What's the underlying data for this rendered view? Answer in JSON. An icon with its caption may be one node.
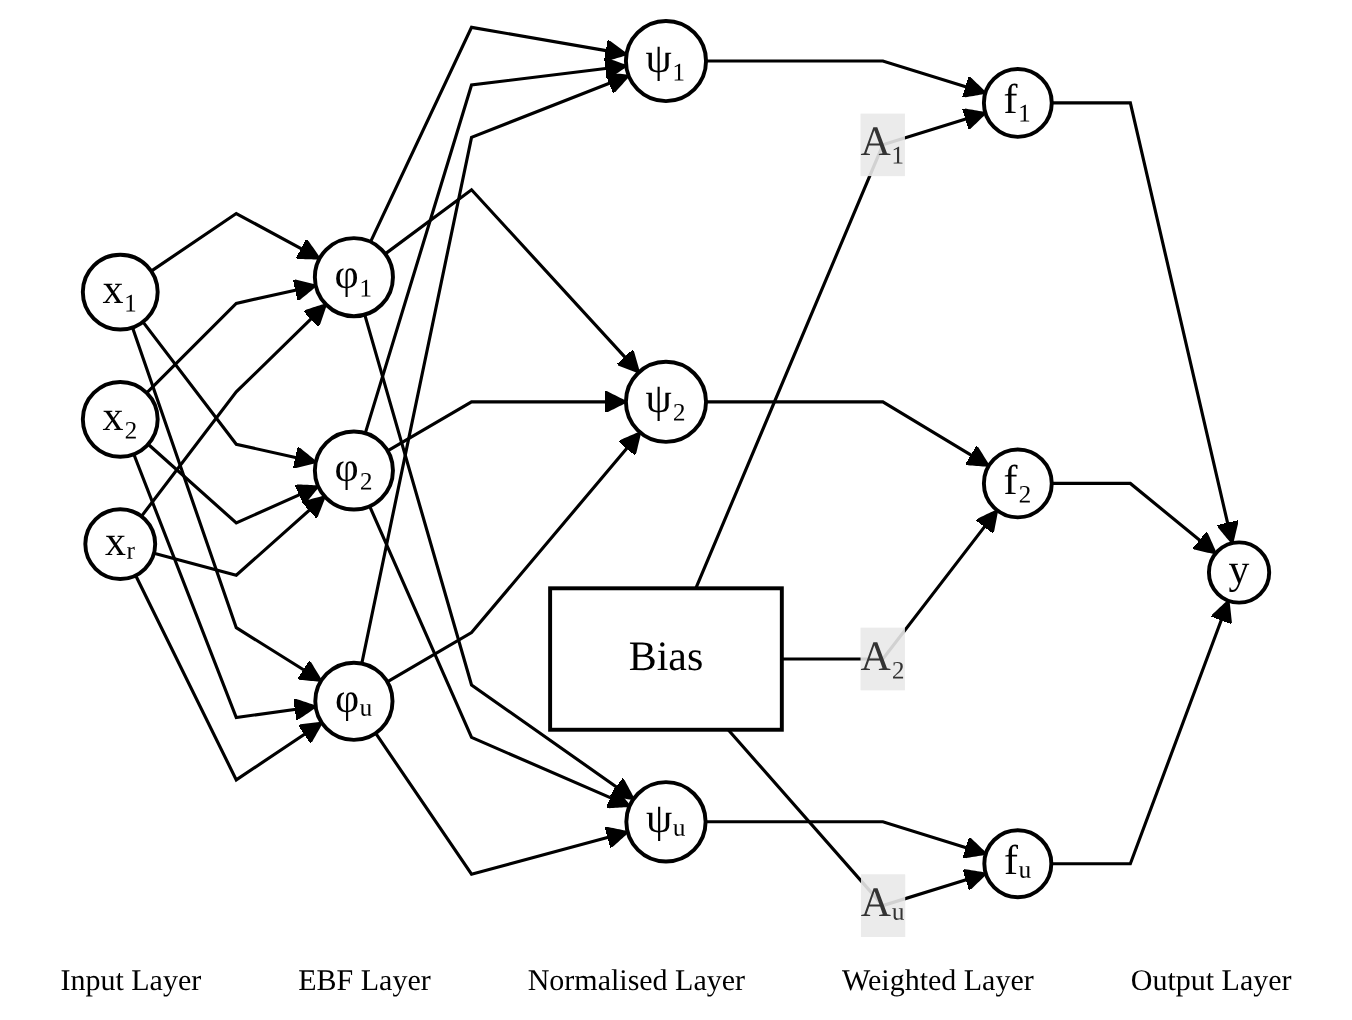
{
  "diagram": {
    "nodes": [
      {
        "text": [
          "x₁"
        ]
      },
      {
        "text": [
          "x₂"
        ]
      },
      {
        "text": [
          "xᵣ"
        ]
      },
      {
        "text": [
          "φ₁"
        ]
      },
      {
        "text": [
          "φ₂"
        ]
      },
      {
        "text": [
          "φᵤ"
        ]
      },
      {
        "text": [
          "ψ₁"
        ]
      },
      {
        "text": [
          "ψ₂"
        ]
      },
      {
        "text": [
          "ψᵤ"
        ]
      },
      {
        "text": [
          "Bias"
        ]
      },
      {
        "text": [
          "f₁"
        ]
      },
      {
        "text": [
          "f₂"
        ]
      },
      {
        "text": [
          "fᵤ"
        ]
      },
      {
        "text": [
          "y"
        ]
      }
    ],
    "edges": [
      {
        "from": 0,
        "to": 3,
        "arrow": "to"
      },
      {
        "from": 0,
        "to": 4,
        "arrow": "to"
      },
      {
        "from": 0,
        "to": 5,
        "arrow": "to"
      },
      {
        "from": 1,
        "to": 3,
        "arrow": "to"
      },
      {
        "from": 1,
        "to": 4,
        "arrow": "to"
      },
      {
        "from": 1,
        "to": 5,
        "arrow": "to"
      },
      {
        "from": 2,
        "to": 3,
        "arrow": "to"
      },
      {
        "from": 2,
        "to": 4,
        "arrow": "to"
      },
      {
        "from": 2,
        "to": 5,
        "arrow": "to"
      },
      {
        "from": 3,
        "to": 6,
        "arrow": "to"
      },
      {
        "from": 3,
        "to": 7,
        "arrow": "to"
      },
      {
        "from": 3,
        "to": 8,
        "arrow": "to"
      },
      {
        "from": 4,
        "to": 6,
        "arrow": "to"
      },
      {
        "from": 4,
        "to": 7,
        "arrow": "to"
      },
      {
        "from": 4,
        "to": 8,
        "arrow": "to"
      },
      {
        "from": 5,
        "to": 6,
        "arrow": "to"
      },
      {
        "from": 5,
        "to": 7,
        "arrow": "to"
      },
      {
        "from": 5,
        "to": 8,
        "arrow": "to"
      },
      {
        "from": 6,
        "to": 10,
        "arrow": "to"
      },
      {
        "from": 7,
        "to": 11,
        "arrow": "to"
      },
      {
        "from": 8,
        "to": 12,
        "arrow": "to"
      },
      {
        "from": 9,
        "to": 10,
        "label": "A₁",
        "arrow": "to"
      },
      {
        "from": 9,
        "to": 11,
        "label": "A₂",
        "arrow": "to"
      },
      {
        "from": 9,
        "to": 12,
        "label": "Aᵤ",
        "arrow": "to"
      },
      {
        "from": 10,
        "to": 13,
        "arrow": "to"
      },
      {
        "from": 11,
        "to": 13,
        "arrow": "to"
      },
      {
        "from": 12,
        "to": 13,
        "arrow": "to"
      }
    ],
    "labels": [
      "Input Layer",
      "EBF Layer",
      "Normalised Layer",
      "Weighted Layer",
      "Output Layer"
    ]
  }
}
